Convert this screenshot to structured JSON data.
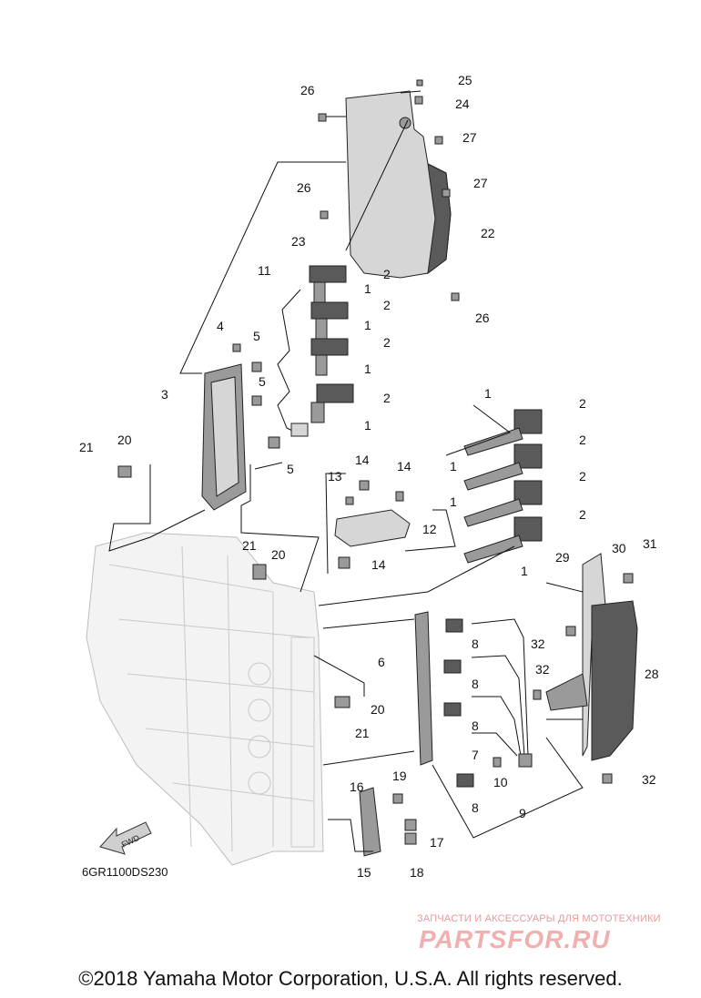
{
  "diagram": {
    "code": "6GR1100DS230",
    "fwd_label": "FWD",
    "copyright": "©2018 Yamaha Motor Corporation, U.S.A. All rights reserved.",
    "watermark": {
      "tagline": "ЗАПЧАСТИ И АКСЕССУАРЫ ДЛЯ МОТОТЕХНИКИ",
      "logo_text": "PARTSFOR.RU"
    },
    "callouts": [
      {
        "num": "1"
      },
      {
        "num": "1"
      },
      {
        "num": "1"
      },
      {
        "num": "1"
      },
      {
        "num": "1"
      },
      {
        "num": "1"
      },
      {
        "num": "1"
      },
      {
        "num": "1"
      },
      {
        "num": "2"
      },
      {
        "num": "2"
      },
      {
        "num": "2"
      },
      {
        "num": "2"
      },
      {
        "num": "2"
      },
      {
        "num": "2"
      },
      {
        "num": "2"
      },
      {
        "num": "2"
      },
      {
        "num": "3"
      },
      {
        "num": "4"
      },
      {
        "num": "5"
      },
      {
        "num": "5"
      },
      {
        "num": "5"
      },
      {
        "num": "6"
      },
      {
        "num": "7"
      },
      {
        "num": "8"
      },
      {
        "num": "8"
      },
      {
        "num": "8"
      },
      {
        "num": "8"
      },
      {
        "num": "9"
      },
      {
        "num": "10"
      },
      {
        "num": "11"
      },
      {
        "num": "12"
      },
      {
        "num": "13"
      },
      {
        "num": "14"
      },
      {
        "num": "14"
      },
      {
        "num": "14"
      },
      {
        "num": "15"
      },
      {
        "num": "16"
      },
      {
        "num": "17"
      },
      {
        "num": "18"
      },
      {
        "num": "19"
      },
      {
        "num": "20"
      },
      {
        "num": "20"
      },
      {
        "num": "20"
      },
      {
        "num": "21"
      },
      {
        "num": "21"
      },
      {
        "num": "21"
      },
      {
        "num": "22"
      },
      {
        "num": "23"
      },
      {
        "num": "24"
      },
      {
        "num": "25"
      },
      {
        "num": "26"
      },
      {
        "num": "26"
      },
      {
        "num": "26"
      },
      {
        "num": "27"
      },
      {
        "num": "27"
      },
      {
        "num": "28"
      },
      {
        "num": "29"
      },
      {
        "num": "30"
      },
      {
        "num": "31"
      },
      {
        "num": "32"
      },
      {
        "num": "32"
      },
      {
        "num": "32"
      }
    ]
  }
}
